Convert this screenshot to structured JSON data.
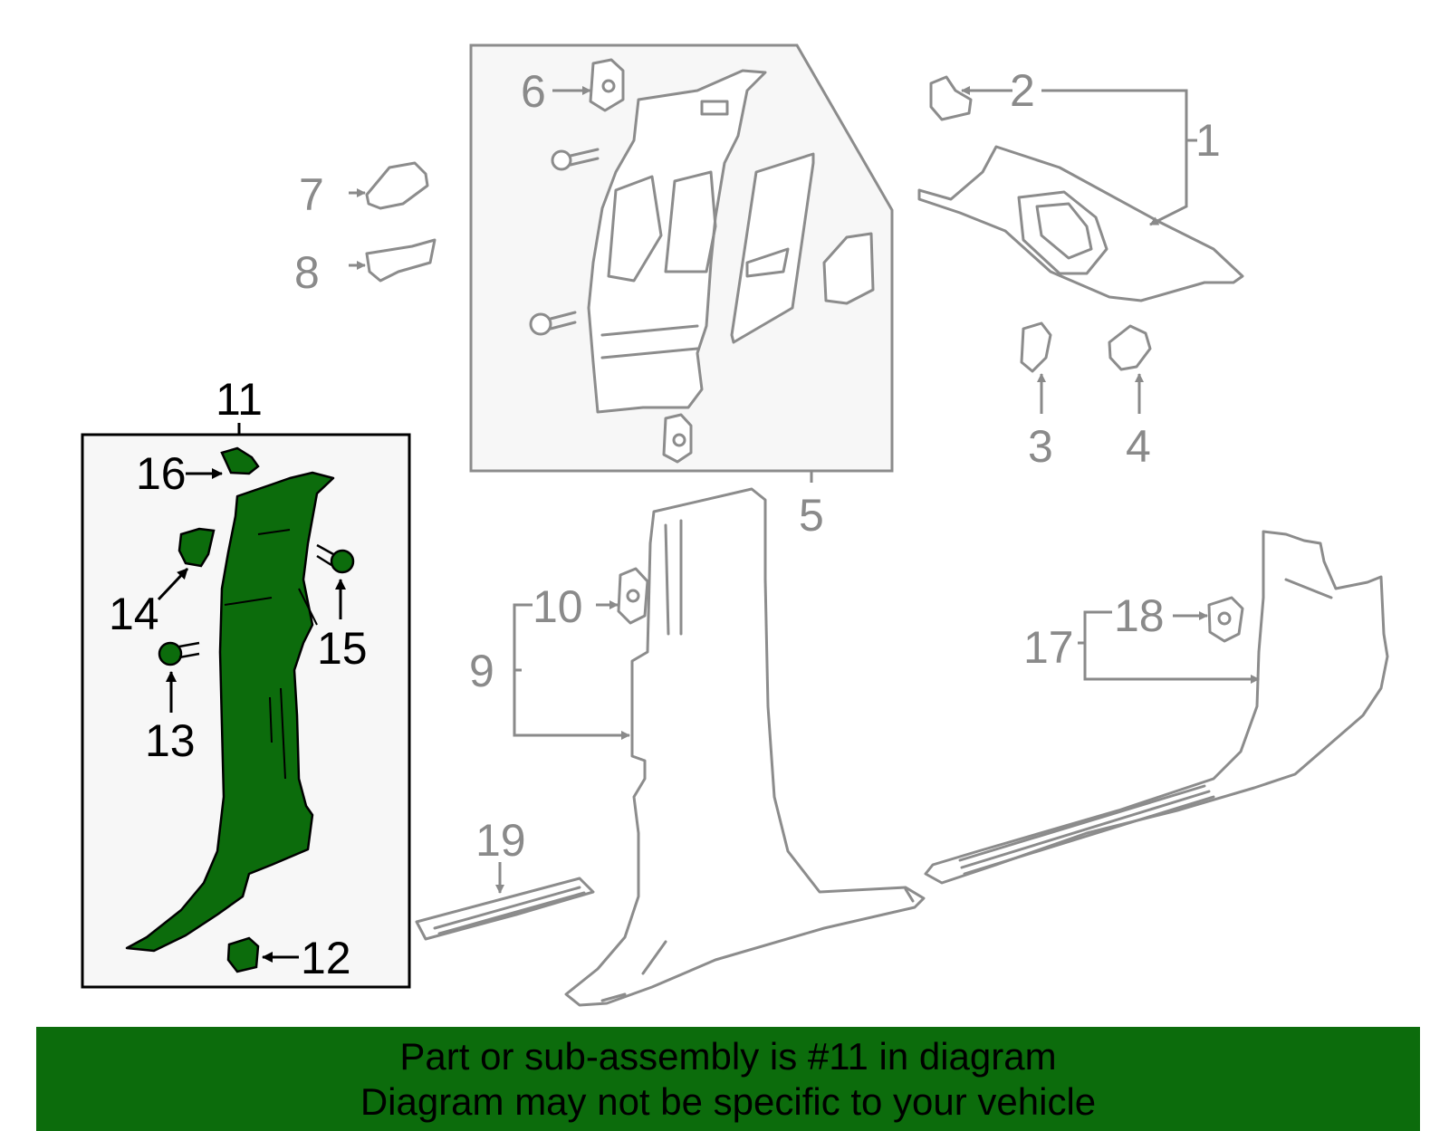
{
  "diagram": {
    "highlight_color": "#0c6c0c",
    "part_color": "#8c8c8c",
    "callouts": {
      "n1": "1",
      "n2": "2",
      "n3": "3",
      "n4": "4",
      "n5": "5",
      "n6": "6",
      "n7": "7",
      "n8": "8",
      "n9": "9",
      "n10": "10",
      "n11": "11",
      "n12": "12",
      "n13": "13",
      "n14": "14",
      "n15": "15",
      "n16": "16",
      "n17": "17",
      "n18": "18",
      "n19": "19"
    }
  },
  "banner": {
    "line1": "Part or sub-assembly is #11 in diagram",
    "line2": "Diagram may not be specific to your vehicle"
  }
}
